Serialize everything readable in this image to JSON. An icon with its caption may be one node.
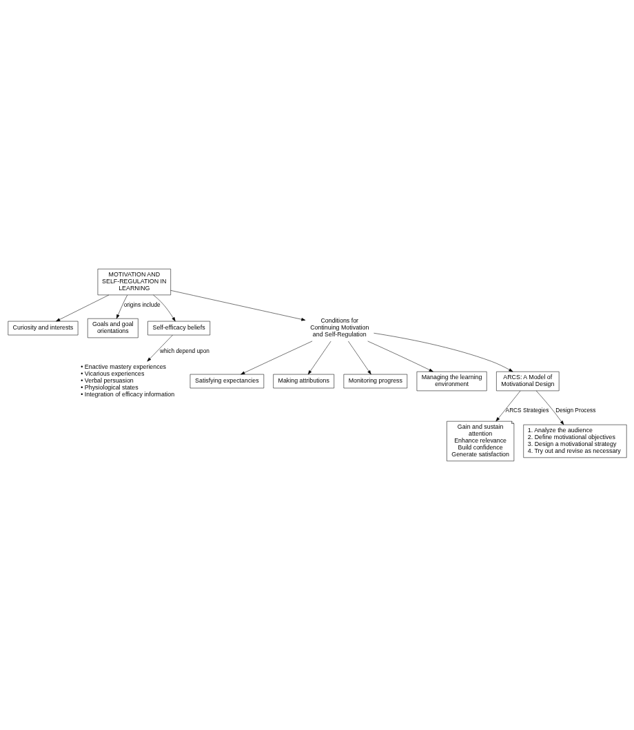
{
  "diagram": {
    "nodes": [
      {
        "text": [
          "MOTIVATION AND SELF-REGULATION IN LEARNING"
        ]
      },
      {
        "text": [
          "Curiosity and interests"
        ]
      },
      {
        "text": [
          "Goals and goal orientations"
        ]
      },
      {
        "text": [
          "Self-efficacy beliefs"
        ]
      },
      {
        "text": [
          "• Enactive mastery experiences",
          "• Vicarious experiences",
          "• Verbal persuasion",
          "• Physiological states",
          "• Integration of efficacy information"
        ]
      },
      {
        "text": [
          "Conditions for Continuing Motivation and Self-Regulation"
        ]
      },
      {
        "text": [
          "Satisfying expectancies"
        ]
      },
      {
        "text": [
          "Making attributions"
        ]
      },
      {
        "text": [
          "Monitoring progress"
        ]
      },
      {
        "text": [
          "Managing the learning environment"
        ]
      },
      {
        "text": [
          "ARCS: A Model of Motivational Design"
        ]
      },
      {
        "text": [
          "Gain and sustain attention",
          "Enhance relevance",
          "Build confidence",
          "Generate satisfaction"
        ]
      },
      {
        "text": [
          "1. Analyze the audience",
          "2. Define motivational objectives",
          "3. Design a motivational strategy",
          "4. Try out and revise as necessary"
        ]
      }
    ],
    "edges": [
      {
        "from": 0,
        "to": 1,
        "arrow": "to"
      },
      {
        "from": 0,
        "to": 2,
        "arrow": "to",
        "label": "origins include"
      },
      {
        "from": 0,
        "to": 3,
        "arrow": "to"
      },
      {
        "from": 3,
        "to": 4,
        "arrow": "to",
        "label": "which depend upon"
      },
      {
        "from": 0,
        "to": 5,
        "arrow": "to"
      },
      {
        "from": 5,
        "to": 6,
        "arrow": "to"
      },
      {
        "from": 5,
        "to": 7,
        "arrow": "to"
      },
      {
        "from": 5,
        "to": 8,
        "arrow": "to"
      },
      {
        "from": 5,
        "to": 9,
        "arrow": "to"
      },
      {
        "from": 5,
        "to": 10,
        "arrow": "to"
      },
      {
        "from": 10,
        "to": 11,
        "arrow": "to",
        "label": "ARCS Strategies"
      },
      {
        "from": 10,
        "to": 12,
        "arrow": "to",
        "label": "Design Process"
      }
    ]
  }
}
